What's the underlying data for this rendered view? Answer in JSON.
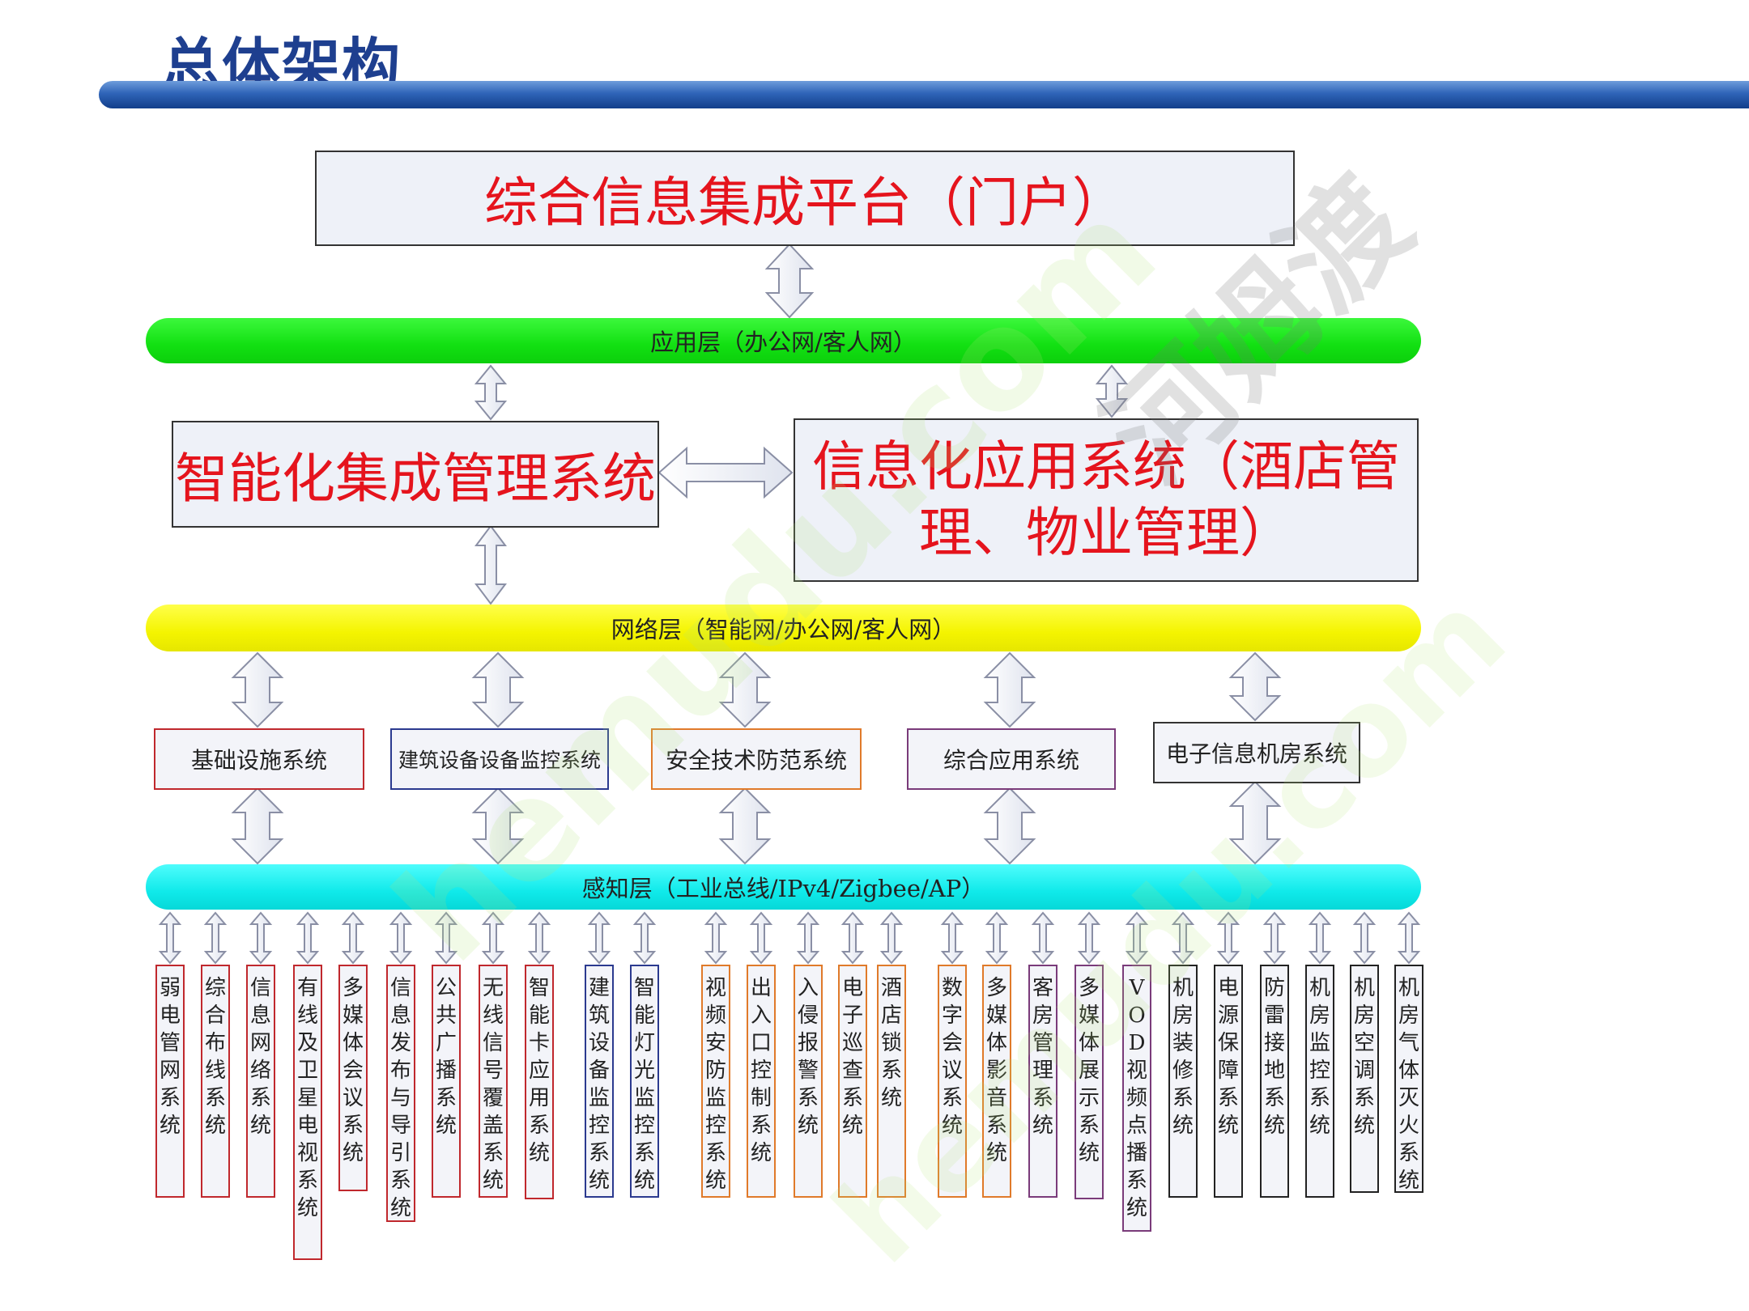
{
  "title": "总体架构",
  "portal": "综合信息集成平台（门户）",
  "app_layer": "应用层（办公网/客人网）",
  "integration_mgmt": "智能化集成管理系统",
  "info_app_line1": "信息化应用系统（酒店管",
  "info_app_line2": "理、物业管理）",
  "network_layer": "网络层（智能网/办公网/客人网）",
  "perception_layer": "感知层（工业总线/IPv4/Zigbee/AP）",
  "subsystems": [
    {
      "label": "基础设施系统",
      "color": "#c0282d"
    },
    {
      "label": "建筑设备设备监控系统",
      "color": "#2b3a8f"
    },
    {
      "label": "安全技术防范系统",
      "color": "#e07a2a"
    },
    {
      "label": "综合应用系统",
      "color": "#7a3b7a"
    },
    {
      "label": "电子信息机房系统",
      "color": "#333333"
    }
  ],
  "leaves": [
    {
      "label": "弱电管网系统",
      "color": "#c0282d"
    },
    {
      "label": "综合布线系统",
      "color": "#c0282d"
    },
    {
      "label": "信息网络系统",
      "color": "#c0282d"
    },
    {
      "label": "有线及卫星电视系统",
      "color": "#c0282d"
    },
    {
      "label": "多媒体会议系统",
      "color": "#c0282d"
    },
    {
      "label": "信息发布与导引系统",
      "color": "#c0282d"
    },
    {
      "label": "公共广播系统",
      "color": "#c0282d"
    },
    {
      "label": "无线信号覆盖系统",
      "color": "#c0282d"
    },
    {
      "label": "智能卡应用系统",
      "color": "#c0282d"
    },
    {
      "label": "建筑设备监控系统",
      "color": "#2b3a8f"
    },
    {
      "label": "智能灯光监控系统",
      "color": "#2b3a8f"
    },
    {
      "label": "视频安防监控系统",
      "color": "#e07a2a"
    },
    {
      "label": "出入口控制系统",
      "color": "#e07a2a"
    },
    {
      "label": "入侵报警系统",
      "color": "#e07a2a"
    },
    {
      "label": "电子巡查系统",
      "color": "#e07a2a"
    },
    {
      "label": "酒店锁系统",
      "color": "#e07a2a"
    },
    {
      "label": "数字会议系统",
      "color": "#e07a2a"
    },
    {
      "label": "多媒体影音系统",
      "color": "#e07a2a"
    },
    {
      "label": "客房管理系统",
      "color": "#7a3b7a"
    },
    {
      "label": "多媒体展示系统",
      "color": "#7a3b7a"
    },
    {
      "label": "VOD视频点播系统",
      "color": "#7a3b7a"
    },
    {
      "label": "机房装修系统",
      "color": "#222222"
    },
    {
      "label": "电源保障系统",
      "color": "#222222"
    },
    {
      "label": "防雷接地系统",
      "color": "#222222"
    },
    {
      "label": "机房监控系统",
      "color": "#222222"
    },
    {
      "label": "机房空调系统",
      "color": "#222222"
    },
    {
      "label": "机房气体灭火系统",
      "color": "#222222"
    }
  ],
  "watermark_cn": "河姆渡",
  "watermark_en": "hemudu.com"
}
